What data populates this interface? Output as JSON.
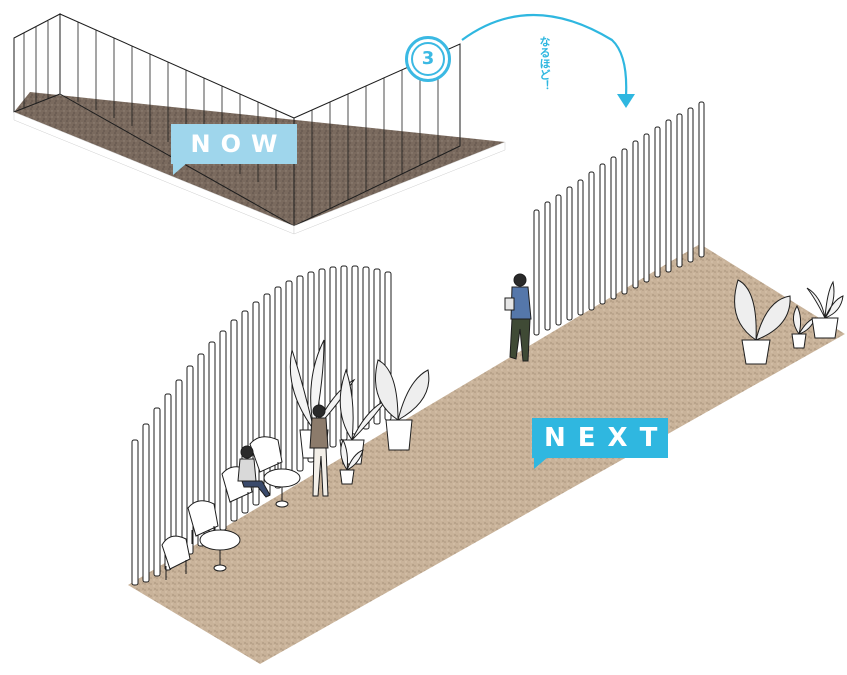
{
  "labels": {
    "now": "NOW",
    "next": "NEXT",
    "step_number": "3",
    "exclaim": "なるほど！"
  },
  "colors": {
    "accent": "#2fb7e0",
    "accent_light": "#9fd6ec",
    "floor_now": "#7a6a5e",
    "floor_next": "#c9b39a",
    "line": "#1e1e1e"
  },
  "icons": [
    "curved-arrow-icon",
    "plant-icon",
    "chair-icon",
    "table-icon",
    "person-icon"
  ]
}
